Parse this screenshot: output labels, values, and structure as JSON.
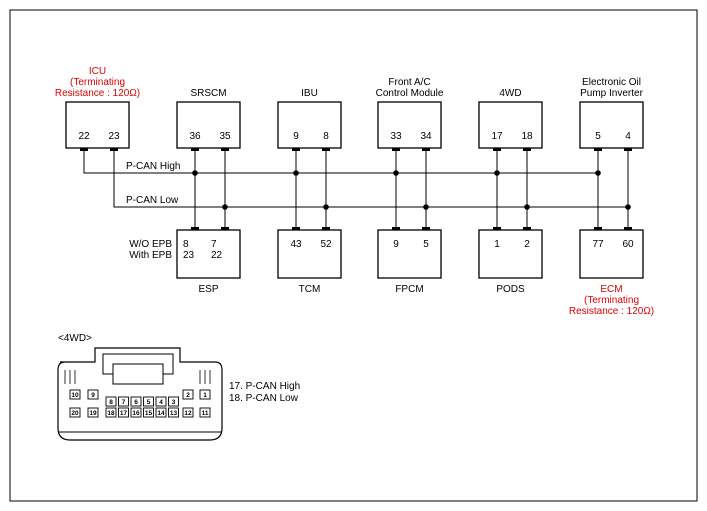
{
  "top_modules": [
    {
      "id": "icu",
      "name_lines": [
        "ICU",
        "(Terminating",
        "Resistance : 120Ω)"
      ],
      "highlight": true,
      "pins": [
        "22",
        "23"
      ]
    },
    {
      "id": "srscm",
      "name_lines": [
        "SRSCM"
      ],
      "highlight": false,
      "pins": [
        "36",
        "35"
      ]
    },
    {
      "id": "ibu",
      "name_lines": [
        "IBU"
      ],
      "highlight": false,
      "pins": [
        "9",
        "8"
      ]
    },
    {
      "id": "front-ac",
      "name_lines": [
        "Front A/C",
        "Control Module"
      ],
      "highlight": false,
      "pins": [
        "33",
        "34"
      ]
    },
    {
      "id": "4wd",
      "name_lines": [
        "4WD"
      ],
      "highlight": false,
      "pins": [
        "17",
        "18"
      ]
    },
    {
      "id": "eop-inverter",
      "name_lines": [
        "Electronic Oil",
        "Pump Inverter"
      ],
      "highlight": false,
      "pins": [
        "5",
        "4"
      ]
    }
  ],
  "bottom_modules": [
    {
      "id": "esp",
      "name_lines": [
        "ESP"
      ],
      "highlight": false,
      "pin_rows": [
        [
          "8",
          "7"
        ],
        [
          "23",
          "22"
        ]
      ],
      "row_labels": [
        "W/O EPB",
        "With EPB"
      ]
    },
    {
      "id": "tcm",
      "name_lines": [
        "TCM"
      ],
      "highlight": false,
      "pin_rows": [
        [
          "43",
          "52"
        ]
      ]
    },
    {
      "id": "fpcm",
      "name_lines": [
        "FPCM"
      ],
      "highlight": false,
      "pin_rows": [
        [
          "9",
          "5"
        ]
      ]
    },
    {
      "id": "pods",
      "name_lines": [
        "PODS"
      ],
      "highlight": false,
      "pin_rows": [
        [
          "1",
          "2"
        ]
      ]
    },
    {
      "id": "ecm",
      "name_lines": [
        "ECM",
        "(Terminating",
        "Resistance : 120Ω)"
      ],
      "highlight": true,
      "pin_rows": [
        [
          "77",
          "60"
        ]
      ]
    }
  ],
  "bus_lines": {
    "high": "P-CAN High",
    "low": "P-CAN Low"
  },
  "connector": {
    "title": "<4WD>",
    "row1": [
      "10",
      "9",
      "2",
      "1"
    ],
    "row2": [
      "8",
      "7",
      "6",
      "5",
      "4",
      "3"
    ],
    "row3": [
      "20",
      "19",
      "18",
      "17",
      "16",
      "15",
      "14",
      "13",
      "12",
      "11"
    ],
    "legend": [
      "17. P-CAN High",
      "18. P-CAN Low"
    ]
  },
  "colors": {
    "highlight": "#e00000",
    "line": "#000000"
  }
}
